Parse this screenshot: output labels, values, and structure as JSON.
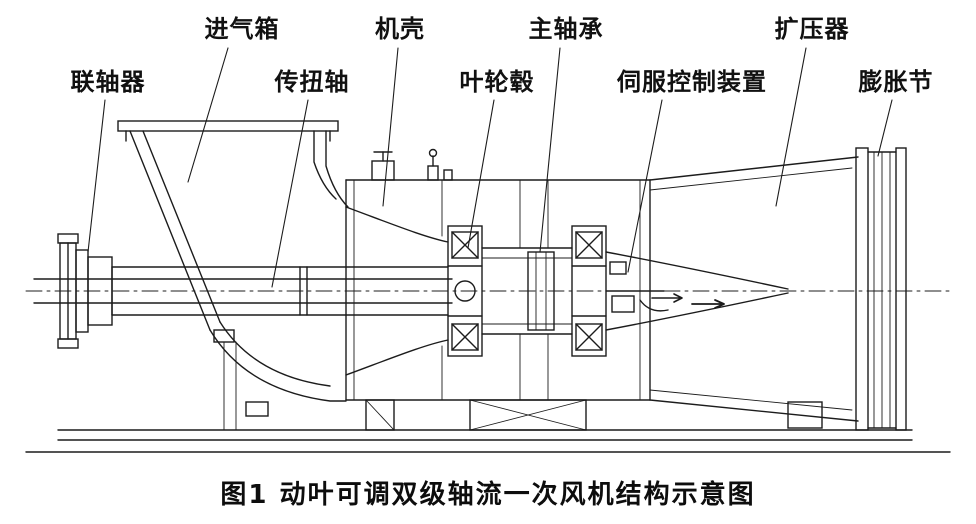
{
  "colors": {
    "ink": "#1c1c1c",
    "background": "#ffffff",
    "text": "#111111"
  },
  "figure": {
    "caption": "图1  动叶可调双级轴流一次风机结构示意图"
  },
  "labels": [
    {
      "name": "coupling",
      "text": "联轴器"
    },
    {
      "name": "inlet-box",
      "text": "进气箱"
    },
    {
      "name": "torque-shaft",
      "text": "传扭轴"
    },
    {
      "name": "casing",
      "text": "机壳"
    },
    {
      "name": "impeller-hub",
      "text": "叶轮毂"
    },
    {
      "name": "main-bearing",
      "text": "主轴承"
    },
    {
      "name": "servo-control",
      "text": "伺服控制装置"
    },
    {
      "name": "diffuser",
      "text": "扩压器"
    },
    {
      "name": "expansion-joint",
      "text": "膨胀节"
    }
  ]
}
